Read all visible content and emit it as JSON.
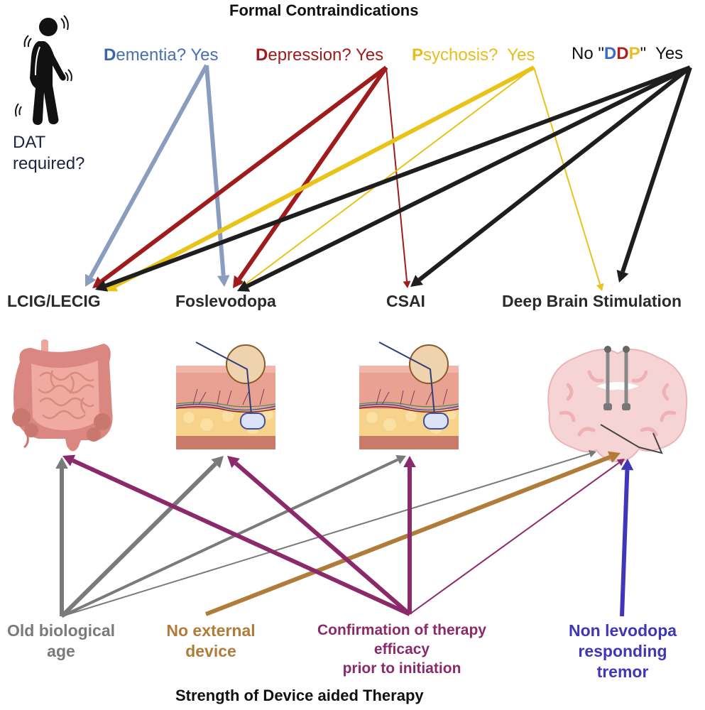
{
  "header": {
    "title": "Formal Contraindications"
  },
  "footer": {
    "title": "Strength of Device aided Therapy"
  },
  "patient": {
    "icon": "parkinson-patient-icon",
    "question_line1": "DAT",
    "question_line2": "required?"
  },
  "contraindications": [
    {
      "id": "dementia",
      "initial": "D",
      "rest": "ementia?",
      "answer": "Yes",
      "color": "#4a6fb0",
      "arrow_color": "#8a9dbf"
    },
    {
      "id": "depression",
      "initial": "D",
      "rest": "epression?",
      "answer": "Yes",
      "color": "#a01c1c",
      "arrow_color": "#a01c1c"
    },
    {
      "id": "psychosis",
      "initial": "P",
      "rest": "sychosis?",
      "answer": "Yes",
      "color": "#e6be1e",
      "arrow_color": "#e8c31a"
    },
    {
      "id": "no_ddp",
      "prefix": "No \"",
      "ddp": [
        {
          "letter": "D",
          "color": "#3a6cc8"
        },
        {
          "letter": "D",
          "color": "#b01e1e"
        },
        {
          "letter": "P",
          "color": "#e6be1e"
        }
      ],
      "suffix": "\"",
      "answer": "Yes",
      "color": "#111111",
      "arrow_color": "#1e1e1e"
    }
  ],
  "therapies": [
    {
      "id": "lcig",
      "label": "LCIG/LECIG",
      "illustration": "intestine-icon"
    },
    {
      "id": "foslevodopa",
      "label": "Foslevodopa",
      "illustration": "subcutaneous-skin-icon"
    },
    {
      "id": "csai",
      "label": "CSAI",
      "illustration": "subcutaneous-skin-icon"
    },
    {
      "id": "dbs",
      "label": "Deep Brain Stimulation",
      "illustration": "brain-electrodes-icon"
    }
  ],
  "strengths": [
    {
      "id": "age",
      "lines": [
        "Old biological",
        "age"
      ],
      "color": "#7a7a7a"
    },
    {
      "id": "device",
      "lines": [
        "No external",
        "device"
      ],
      "color": "#b07c3a"
    },
    {
      "id": "confirm",
      "lines": [
        "Confirmation of therapy",
        "efficacy",
        "prior to initiation"
      ],
      "color": "#8b2a6b"
    },
    {
      "id": "tremor",
      "lines": [
        "Non levodopa",
        "responding",
        "tremor"
      ],
      "color": "#3f36b8"
    }
  ],
  "contraindication_links": [
    {
      "from": "dementia",
      "to": "lcig",
      "weight": "strong"
    },
    {
      "from": "dementia",
      "to": "foslevodopa",
      "weight": "strong"
    },
    {
      "from": "depression",
      "to": "lcig",
      "weight": "strong"
    },
    {
      "from": "depression",
      "to": "foslevodopa",
      "weight": "strong"
    },
    {
      "from": "depression",
      "to": "csai",
      "weight": "weak"
    },
    {
      "from": "psychosis",
      "to": "lcig",
      "weight": "strong"
    },
    {
      "from": "psychosis",
      "to": "foslevodopa",
      "weight": "weak"
    },
    {
      "from": "psychosis",
      "to": "dbs",
      "weight": "weak"
    },
    {
      "from": "no_ddp",
      "to": "lcig",
      "weight": "strong"
    },
    {
      "from": "no_ddp",
      "to": "foslevodopa",
      "weight": "strong"
    },
    {
      "from": "no_ddp",
      "to": "csai",
      "weight": "strong"
    },
    {
      "from": "no_ddp",
      "to": "dbs",
      "weight": "strong"
    }
  ],
  "strength_links": [
    {
      "from": "age",
      "to": "lcig",
      "weight": "strong"
    },
    {
      "from": "age",
      "to": "foslevodopa",
      "weight": "strong"
    },
    {
      "from": "age",
      "to": "csai",
      "weight": "medium"
    },
    {
      "from": "age",
      "to": "dbs",
      "weight": "weak"
    },
    {
      "from": "device",
      "to": "dbs",
      "weight": "strong"
    },
    {
      "from": "confirm",
      "to": "lcig",
      "weight": "strong"
    },
    {
      "from": "confirm",
      "to": "foslevodopa",
      "weight": "strong"
    },
    {
      "from": "confirm",
      "to": "csai",
      "weight": "strong"
    },
    {
      "from": "confirm",
      "to": "dbs",
      "weight": "weak"
    },
    {
      "from": "tremor",
      "to": "dbs",
      "weight": "strong"
    }
  ]
}
